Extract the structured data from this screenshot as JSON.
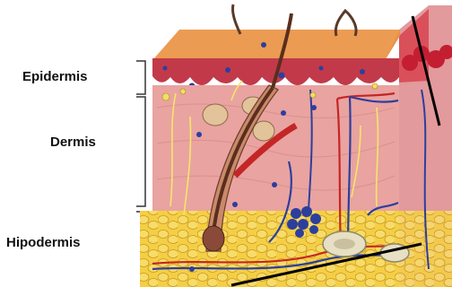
{
  "labels": {
    "epidermis": "Epidermis",
    "dermis": "Dermis",
    "hypodermis": "Hipodermis"
  },
  "colors": {
    "epidermis_top": "#e8904a",
    "epidermis_cells": "#c23a4a",
    "dermis": "#e9a3a0",
    "hypodermis": "#f2c83a",
    "vein": "#2c3f9c",
    "artery": "#c42626",
    "nerve": "#f5e66a"
  }
}
